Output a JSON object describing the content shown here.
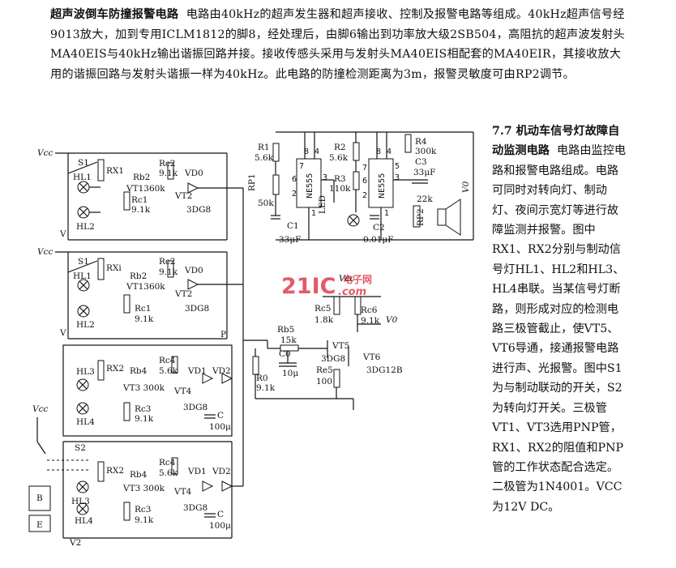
{
  "article_top": {
    "heading": "超声波倒车防撞报警电路",
    "body": "电路由40kHz的超声发生器和超声接收、控制及报警电路等组成。40kHz超声信号经9013放大，加到专用ICLM1812的脚8，经处理后，由脚6输出到功率放大级2SB504，高阻抗的超声波发射头MA40EIS与40kHz输出谐振回路并接。接收传感头采用与发射头MA40EIS相配套的MA40EIR，其接收放大用的谐振回路与发射头谐振一样为40kHz。此电路的防撞检测距离为3m，报警灵敏度可由RP2调节。"
  },
  "article_right": {
    "heading": "7.7 机动车信号灯故障自动监测电路",
    "body": "电路由监控电路和报警电路组成。电路可同时对转向灯、制动灯、夜间示宽灯等进行故障监测并报警。图中RX1、RX2分别与制动信号灯HL1、HL2和HL3、HL4串联。当某信号灯断路，则形成对应的检测电路三极管截止，使VT5、VT6导通，接通报警电路进行声、光报警。图中S1为与制动联动的开关，S2为转向灯开关。三极管VT1、VT3选用PNP管，RX1、RX2的阻值和PNP管的工作状态配合选定。二极管为1N4001。",
    "vcc_line": "VCC为12V DC。"
  },
  "watermark": {
    "num": "21IC",
    "sub": "电子网",
    "url": ".com"
  },
  "schem": {
    "vcc": "Vcc",
    "s1": "S1",
    "s2": "S2",
    "hl1": "HL1",
    "hl2": "HL2",
    "hl3": "HL3",
    "hl4": "HL4",
    "rx1": "RX1",
    "rx2": "RX2",
    "rxi": "RXi",
    "rb2": "Rb2",
    "rb4": "Rb4",
    "rc2": "Rc2",
    "rc4": "Rc4",
    "rc1": "Rc1",
    "rc3": "Rc3",
    "v91k": "9.1k",
    "v56k": "5.6k",
    "vt1_360": "VT1360k",
    "vt1_360b": "VT1360k",
    "vt3_300": "VT3 300k",
    "vt2": "VT2",
    "vt4": "VT4",
    "dg8": "3DG8",
    "vd0": "VD0",
    "vd1": "VD1",
    "vd2": "VD2",
    "c": "C",
    "c100": "100μ",
    "v": "V",
    "v2": "V2",
    "p": "P",
    "b": "B",
    "e": "E",
    "r1": "R1",
    "r1v": "5.6k",
    "rp1": "RP1",
    "rp1v": "50k",
    "c1": "C1",
    "c1v": "33μF",
    "ne555": "NE555",
    "led": "LED",
    "r2": "R2",
    "r2v": "5.6k",
    "r3": "R3",
    "r3v": "110k",
    "c2": "C2",
    "c2v": "0.01μF",
    "r4": "R4",
    "r4v": "300k",
    "c3": "C3",
    "c3v": "33μF",
    "rp2": "RP2",
    "rp2v": "22k",
    "v0": "V0",
    "vcc2": "Vcc",
    "rb5": "Rb5",
    "rb5v": "15k",
    "rc5": "Rc5",
    "rc5v": "1.8k",
    "rc6": "Rc6",
    "rc6v": "9.1k",
    "vt5": "VT5",
    "vt6": "VT6",
    "dg12b": "3DG12B",
    "r0": "R0",
    "r0v": "9.1k",
    "c0": "C0",
    "c0v": "10μ",
    "re5": "Re5",
    "re5v": "100",
    "v0b": "V0",
    "p8": "8",
    "p4": "4",
    "p7": "7",
    "p6": "6",
    "p2": "2",
    "p3": "3",
    "p1": "1",
    "p5": "5"
  }
}
